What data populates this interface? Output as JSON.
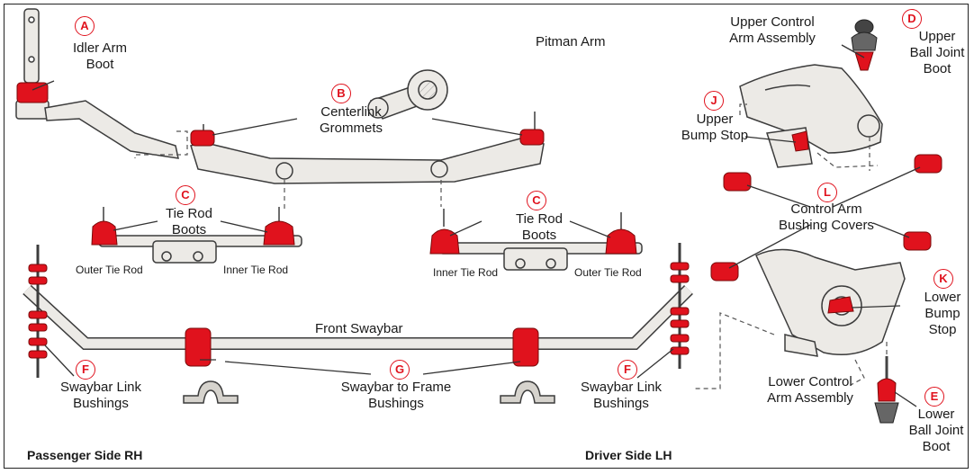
{
  "colors": {
    "bushing_red": "#e0121d",
    "part_fill": "#eceae6",
    "part_stroke": "#3c3c3c",
    "leader": "#333333"
  },
  "badges": {
    "a": "A",
    "b": "B",
    "c1": "C",
    "c2": "C",
    "d": "D",
    "e": "E",
    "f1": "F",
    "f2": "F",
    "g": "G",
    "j": "J",
    "k": "K",
    "l": "L"
  },
  "labels": {
    "idler_1": "Idler Arm",
    "idler_2": "Boot",
    "pitman": "Pitman Arm",
    "centerlink_1": "Centerlink",
    "centerlink_2": "Grommets",
    "tierod_l_1": "Tie Rod",
    "tierod_l_2": "Boots",
    "tierod_r_1": "Tie Rod",
    "tierod_r_2": "Boots",
    "outer_tie_rod_l": "Outer Tie Rod",
    "inner_tie_rod_l": "Inner Tie Rod",
    "inner_tie_rod_r": "Inner Tie Rod",
    "outer_tie_rod_r": "Outer Tie Rod",
    "front_swaybar": "Front Swaybar",
    "swaybar_frame_1": "Swaybar to Frame",
    "swaybar_frame_2": "Bushings",
    "link_l_1": "Swaybar Link",
    "link_l_2": "Bushings",
    "link_r_1": "Swaybar Link",
    "link_r_2": "Bushings",
    "upper_ca_1": "Upper Control",
    "upper_ca_2": "Arm Assembly",
    "upper_bj_1": "Upper",
    "upper_bj_2": "Ball Joint",
    "upper_bj_3": "Boot",
    "upper_bump_1": "Upper",
    "upper_bump_2": "Bump Stop",
    "bushing_covers_1": "Control Arm",
    "bushing_covers_2": "Bushing Covers",
    "lower_bump_1": "Lower",
    "lower_bump_2": "Bump",
    "lower_bump_3": "Stop",
    "lower_ca_1": "Lower Control",
    "lower_ca_2": "Arm Assembly",
    "lower_bj_1": "Lower",
    "lower_bj_2": "Ball Joint",
    "lower_bj_3": "Boot",
    "passenger_side": "Passenger Side RH",
    "driver_side": "Driver Side LH"
  }
}
